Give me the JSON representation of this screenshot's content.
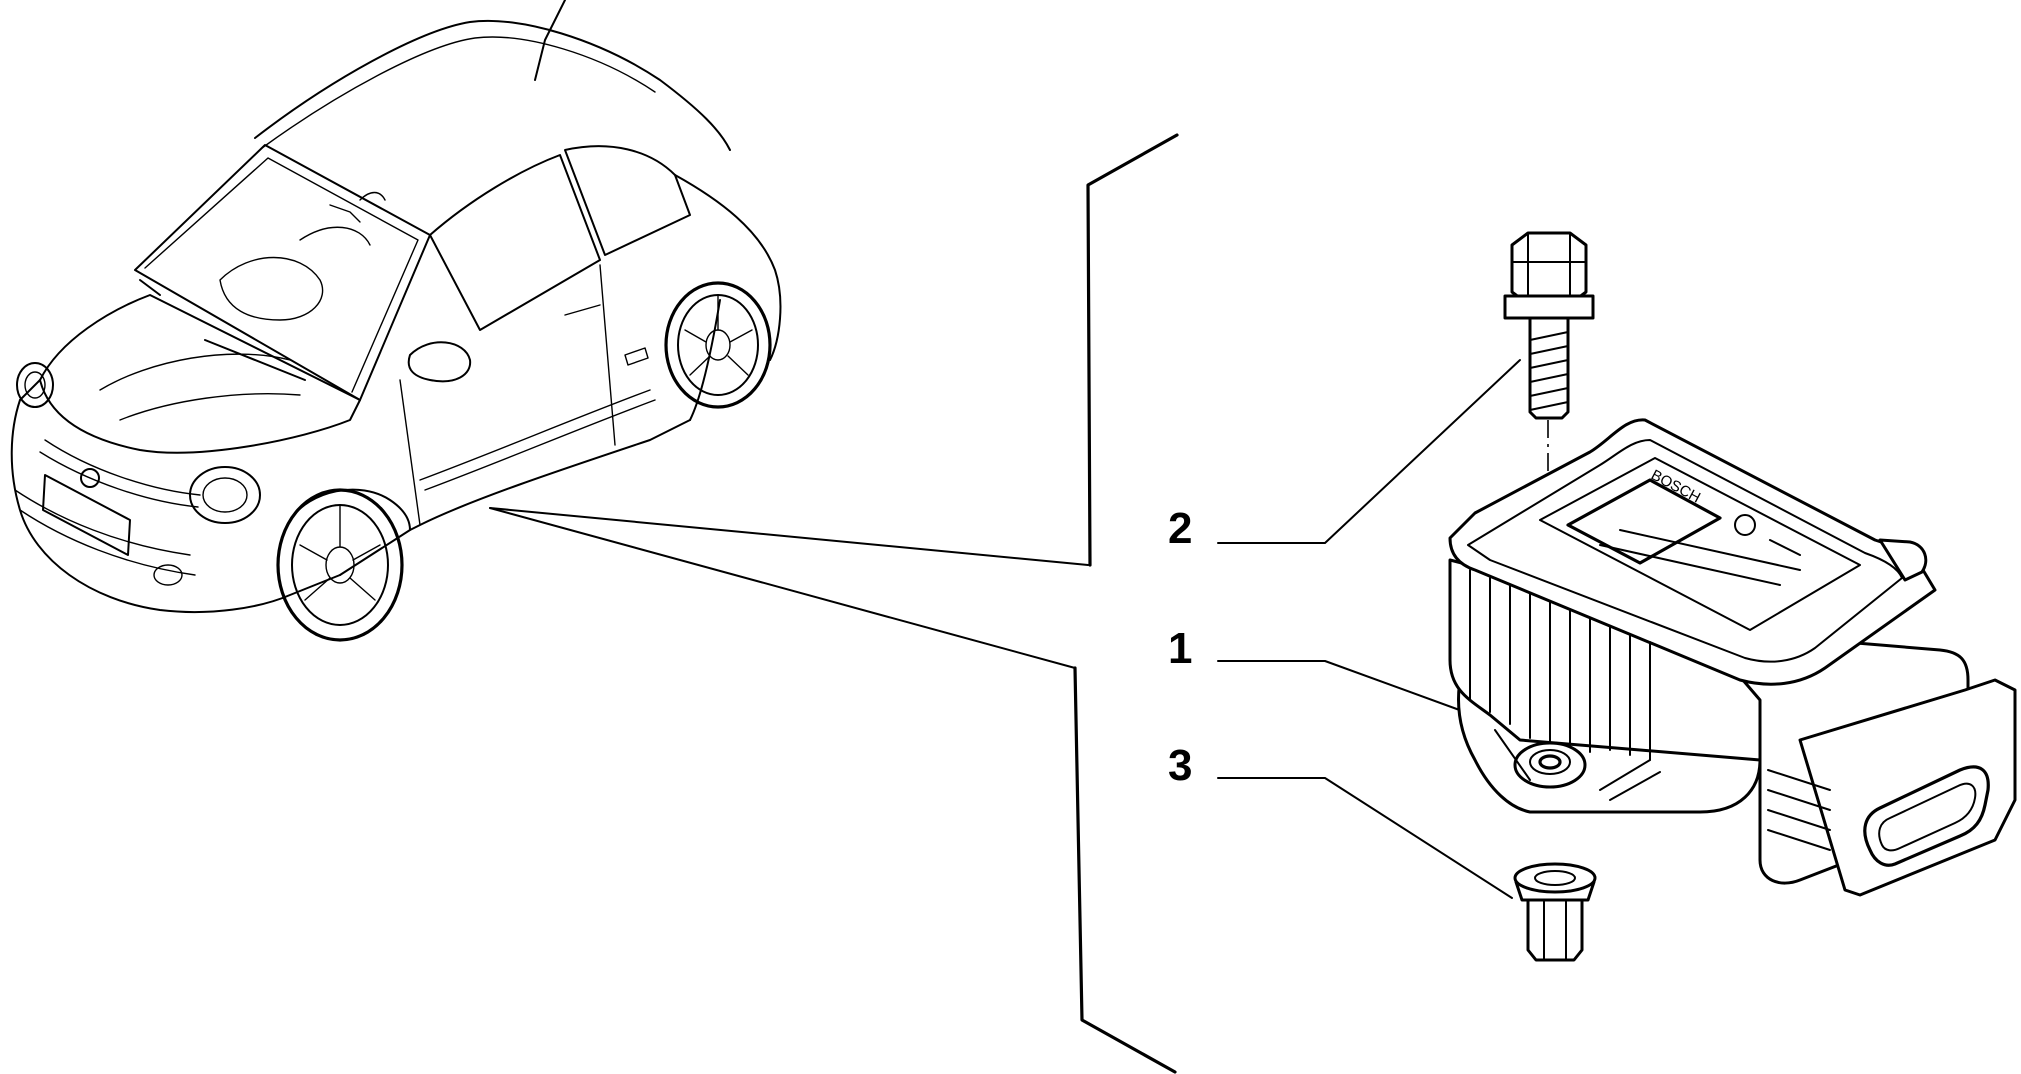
{
  "callouts": {
    "part_1": "1",
    "part_2": "2",
    "part_3": "3"
  },
  "sensor": {
    "brand_text": "BOSCH"
  }
}
